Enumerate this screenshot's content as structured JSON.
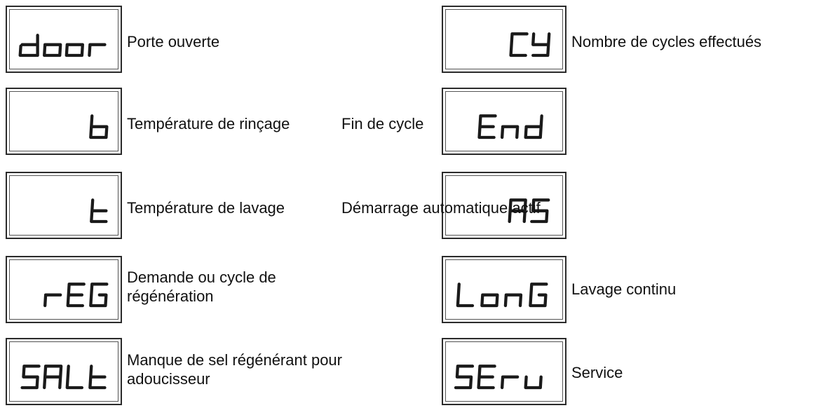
{
  "accent_color": "#1a1a1a",
  "left_column": [
    {
      "display": "door",
      "label": "Porte ouverte"
    },
    {
      "display": "b",
      "label": "Température de rinçage"
    },
    {
      "display": "t",
      "label": "Température de lavage"
    },
    {
      "display": "rEG",
      "label": "Demande ou cycle de régénération"
    },
    {
      "display": "SALt",
      "label": "Manque de sel régénérant pour adoucisseur"
    }
  ],
  "right_column": [
    {
      "display": "CY",
      "label": "Nombre de cycles effectués"
    },
    {
      "display": "End",
      "label": "Fin de cycle"
    },
    {
      "display": "AS",
      "label": "Démarrage automatique actif"
    },
    {
      "display": "LonG",
      "label": "Lavage continu"
    },
    {
      "display": "SEru",
      "label": "Service"
    }
  ]
}
